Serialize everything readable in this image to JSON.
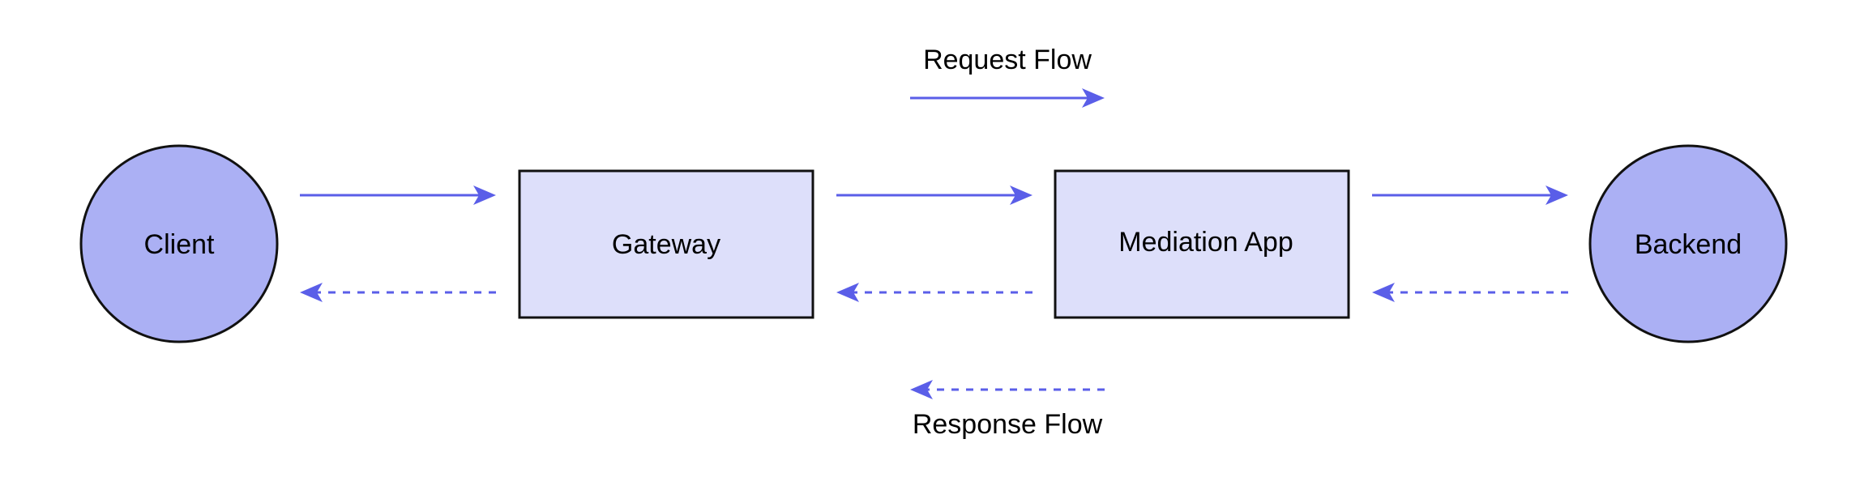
{
  "nodes": {
    "client": {
      "label": "Client",
      "shape": "circle",
      "fill": "#abb0f4"
    },
    "gateway": {
      "label": "Gateway",
      "shape": "rectangle",
      "fill": "#dddffa"
    },
    "mediation": {
      "label": "Mediation App",
      "shape": "rectangle",
      "fill": "#dddffa"
    },
    "backend": {
      "label": "Backend",
      "shape": "circle",
      "fill": "#abb0f4"
    }
  },
  "legend": {
    "request": {
      "label": "Request Flow",
      "style": "solid",
      "direction": "right"
    },
    "response": {
      "label": "Response Flow",
      "style": "dashed",
      "direction": "left"
    }
  },
  "colors": {
    "arrow": "#5a5ee8",
    "stroke": "#111111"
  },
  "edges": [
    {
      "from": "Client",
      "to": "Gateway",
      "kind": "request"
    },
    {
      "from": "Gateway",
      "to": "Client",
      "kind": "response"
    },
    {
      "from": "Gateway",
      "to": "Mediation App",
      "kind": "request"
    },
    {
      "from": "Mediation App",
      "to": "Gateway",
      "kind": "response"
    },
    {
      "from": "Mediation App",
      "to": "Backend",
      "kind": "request"
    },
    {
      "from": "Backend",
      "to": "Mediation App",
      "kind": "response"
    }
  ]
}
